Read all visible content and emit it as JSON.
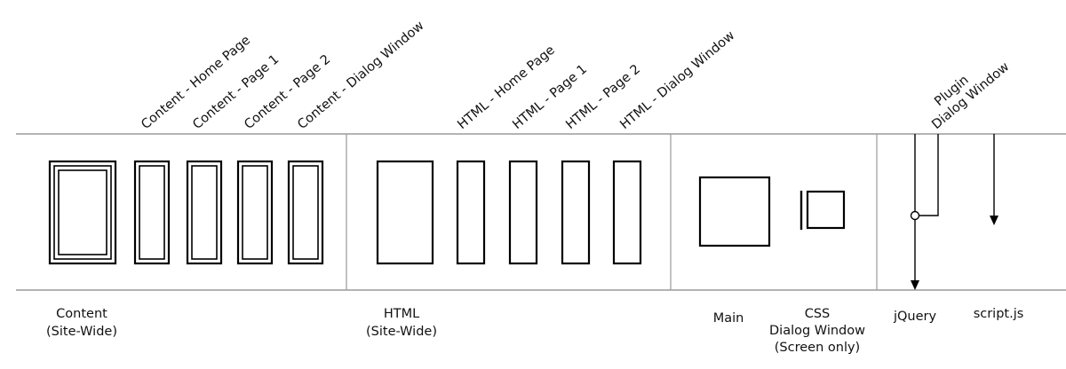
{
  "groups": {
    "content": {
      "label_line1": "Content",
      "label_line2": "(Site-Wide)"
    },
    "html": {
      "label_line1": "HTML",
      "label_line2": "(Site-Wide)"
    },
    "main": {
      "label": "Main"
    },
    "css": {
      "label_line1": "CSS",
      "label_line2": "Dialog Window",
      "label_line3": "(Screen only)"
    },
    "jquery": {
      "label": "jQuery"
    },
    "script": {
      "label": "script.js"
    }
  },
  "rotated_labels": {
    "content_home": "Content - Home Page",
    "content_page1": "Content - Page 1",
    "content_page2": "Content - Page 2",
    "content_dialog": "Content - Dialog Window",
    "html_home": "HTML - Home Page",
    "html_page1": "HTML - Page 1",
    "html_page2": "HTML - Page 2",
    "html_dialog": "HTML - Dialog Window",
    "plugin_line1": "Plugin",
    "plugin_line2": "Dialog Window"
  }
}
